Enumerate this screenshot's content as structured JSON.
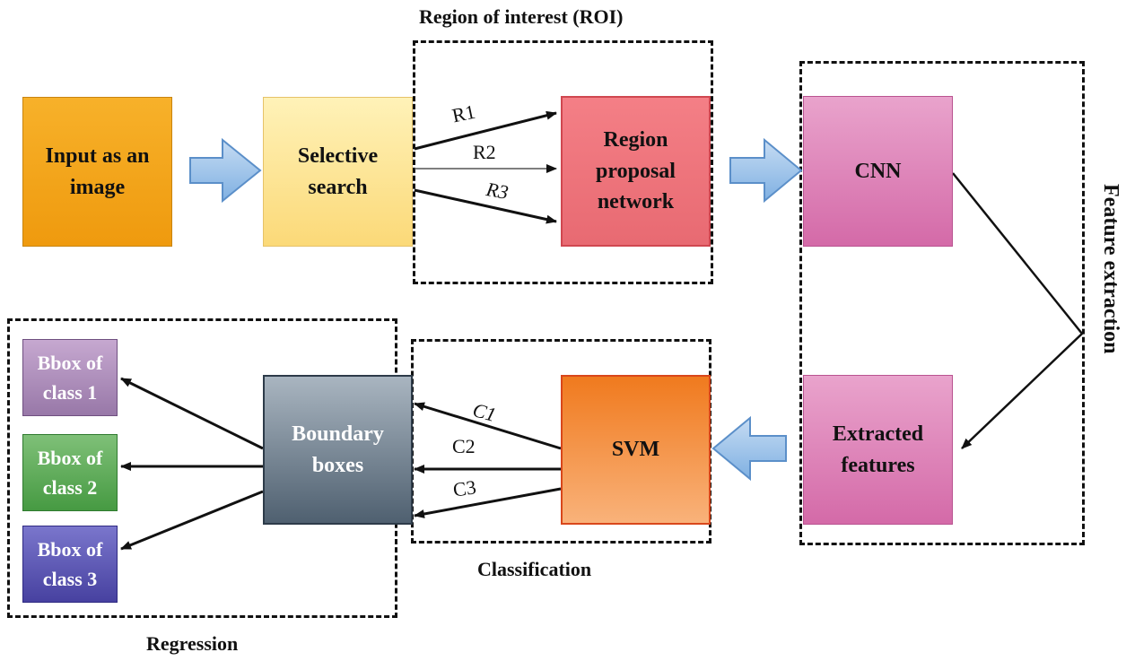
{
  "nodes": {
    "input": {
      "label": "Input as an image",
      "color": "#f5a418"
    },
    "selective": {
      "label": "Selective search",
      "color": "#ffe89a"
    },
    "rpn": {
      "label": "Region proposal network",
      "color": "#ec6f78"
    },
    "cnn": {
      "label": "CNN",
      "color": "#d877b1"
    },
    "extracted": {
      "label": "Extracted features",
      "color": "#d877b1"
    },
    "svm": {
      "label": "SVM",
      "color": "#f58c38"
    },
    "boundary": {
      "label": "Boundary boxes",
      "color": "#7b8a98"
    },
    "bbox1": {
      "label": "Bbox of class 1",
      "color": "#a888b4"
    },
    "bbox2": {
      "label": "Bbox of class 2",
      "color": "#5fa85a"
    },
    "bbox3": {
      "label": "Bbox of class 3",
      "color": "#5a55b2"
    }
  },
  "groups": {
    "roi": {
      "label": "Region of interest (ROI)"
    },
    "feature": {
      "label": "Feature extraction"
    },
    "classification": {
      "label": "Classification"
    },
    "regression": {
      "label": "Regression"
    }
  },
  "edge_labels": {
    "r1": "R1",
    "r2": "R2",
    "r3": "R3",
    "c1": "C1",
    "c2": "C2",
    "c3": "C3"
  }
}
